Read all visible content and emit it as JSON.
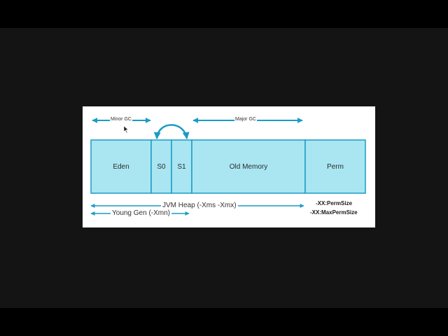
{
  "diagram": {
    "segments": {
      "eden": "Eden",
      "s0": "S0",
      "s1": "S1",
      "old": "Old Memory",
      "perm": "Perm"
    },
    "labels": {
      "minor_gc": "Minor GC",
      "major_gc": "Major GC",
      "jvm_heap": "JVM Heap (-Xms -Xmx)",
      "young_gen": "Young Gen (-Xmn)",
      "perm_size": "-XX:PermSize",
      "max_perm_size": "-XX:MaxPermSize"
    },
    "colors": {
      "fill": "#a9e6f2",
      "stroke": "#1a9cc4",
      "arrow": "#1a9cc4"
    }
  }
}
